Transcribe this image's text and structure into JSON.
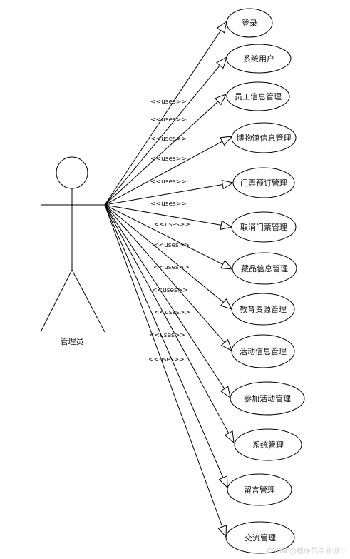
{
  "actor": {
    "label": "管理员"
  },
  "relation_label": "<<uses>>",
  "use_cases": [
    "登录",
    "系统用户",
    "员工信息管理",
    "博物馆信息管理",
    "门票预订管理",
    "取消门票管理",
    "藏品信息管理",
    "教育资源管理",
    "活动信息管理",
    "参加活动管理",
    "系统管理",
    "留言管理",
    "交流管理"
  ],
  "watermark": "CSDN @程序员毕业设计"
}
